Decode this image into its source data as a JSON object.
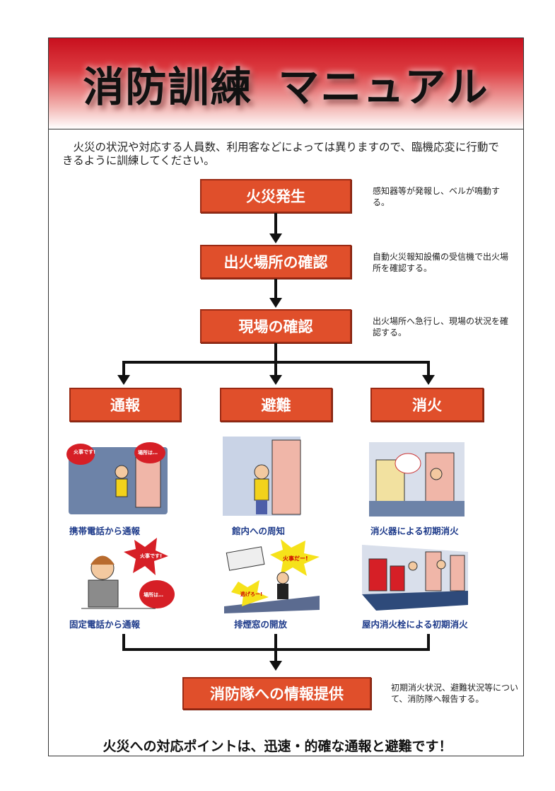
{
  "header": {
    "title_kanji": "消防訓練",
    "title_kana": "マニュアル"
  },
  "intro": "火災の状況や対応する人員数、利用客などによっては異りますので、臨機応変に行動できるように訓練してください。",
  "steps": [
    {
      "label": "火災発生",
      "desc": "感知器等が発報し、ベルが鳴動する。"
    },
    {
      "label": "出火場所の確認",
      "desc": "自動火災報知設備の受信機で出火場所を確認する。"
    },
    {
      "label": "現場の確認",
      "desc": "出火場所へ急行し、現場の状況を確認する。"
    }
  ],
  "branches": [
    {
      "label": "通報",
      "captions": [
        "携帯電話から通報",
        "固定電話から通報"
      ]
    },
    {
      "label": "避難",
      "captions": [
        "館内への周知",
        "排煙窓の開放"
      ]
    },
    {
      "label": "消火",
      "captions": [
        "消火器による初期消火",
        "屋内消火栓による初期消火"
      ]
    }
  ],
  "bubbles": {
    "fire": "火事です!",
    "place": "場所は…",
    "fire2": "火事だー!",
    "escape": "逃げろー!"
  },
  "final": {
    "label": "消防隊への情報提供",
    "desc": "初期消火状況、避難状況等について、消防隊へ報告する。"
  },
  "footer": "火災への対応ポイントは、迅速・的確な通報と避難です！",
  "colors": {
    "box": "#e04f2b",
    "caption": "#1d3a8a",
    "header": "#c8101e"
  }
}
